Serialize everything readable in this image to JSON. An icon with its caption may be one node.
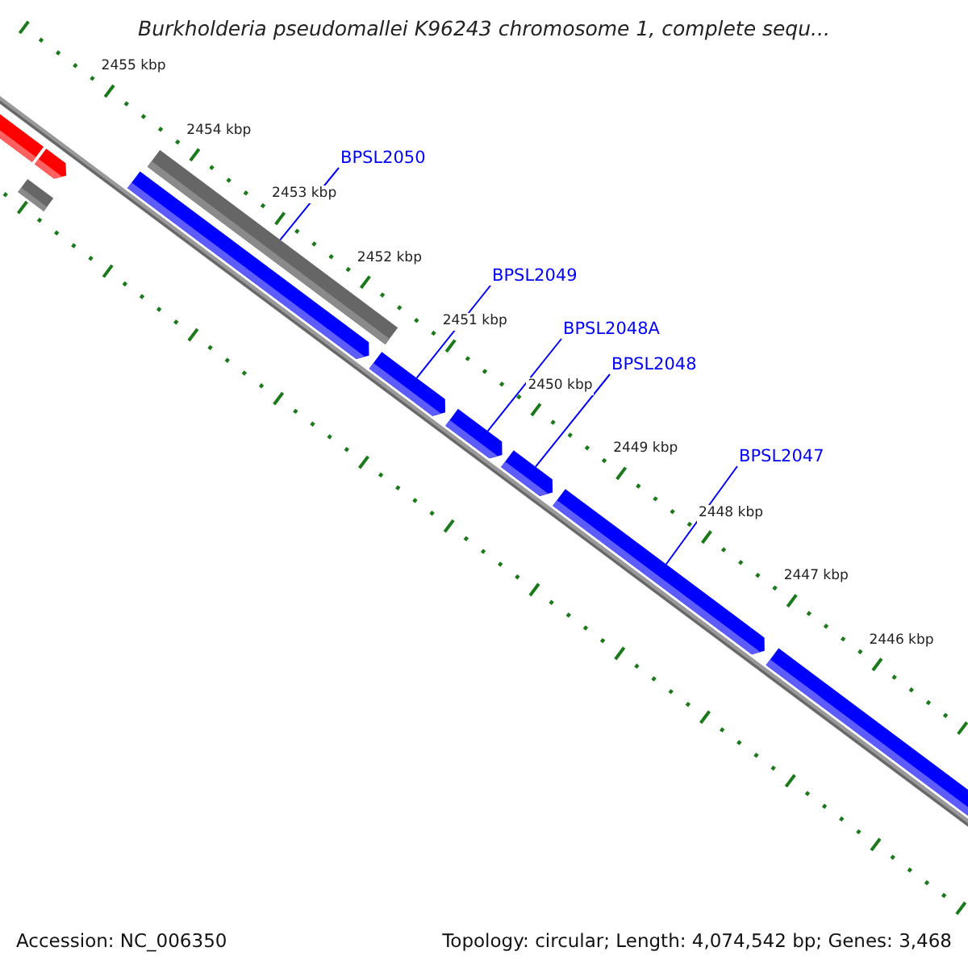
{
  "diagram": {
    "title": "Burkholderia pseudomallei K96243 chromosome 1, complete sequ...",
    "nodes": [
      {
        "text": [],
        "shape": "bar"
      },
      {
        "text": [],
        "shape": "bar"
      },
      {
        "text": [],
        "shape": "bar"
      },
      {
        "text": [],
        "shape": "bar"
      },
      {
        "text": [],
        "shape": "bar"
      },
      {
        "text": [],
        "shape": "bar"
      },
      {
        "text": [],
        "shape": "bar"
      },
      {
        "text": [],
        "shape": "bar"
      },
      {
        "text": [],
        "shape": "bar"
      },
      {
        "text": [],
        "shape": "bar"
      },
      {
        "text": [
          "BPSL2050"
        ]
      },
      {
        "text": [
          "BPSL2049"
        ]
      },
      {
        "text": [
          "BPSL2048A"
        ]
      },
      {
        "text": [
          "BPSL2048"
        ]
      },
      {
        "text": [
          "BPSL2047"
        ]
      }
    ],
    "edges": [
      {
        "from": 10,
        "to": 3,
        "arrow": "none"
      },
      {
        "from": 11,
        "to": 5,
        "arrow": "none"
      },
      {
        "from": 12,
        "to": 6,
        "arrow": "none"
      },
      {
        "from": 13,
        "to": 7,
        "arrow": "none"
      },
      {
        "from": 14,
        "to": 8,
        "arrow": "none"
      }
    ],
    "labels": [
      "2455 kbp",
      "2454 kbp",
      "2453 kbp",
      "2452 kbp",
      "2451 kbp",
      "2450 kbp",
      "2449 kbp",
      "2448 kbp",
      "2447 kbp",
      "2446 kbp",
      "Accession: NC_006350",
      "Topology: circular; Length: 4,074,542 bp; Genes: 3,468"
    ]
  }
}
